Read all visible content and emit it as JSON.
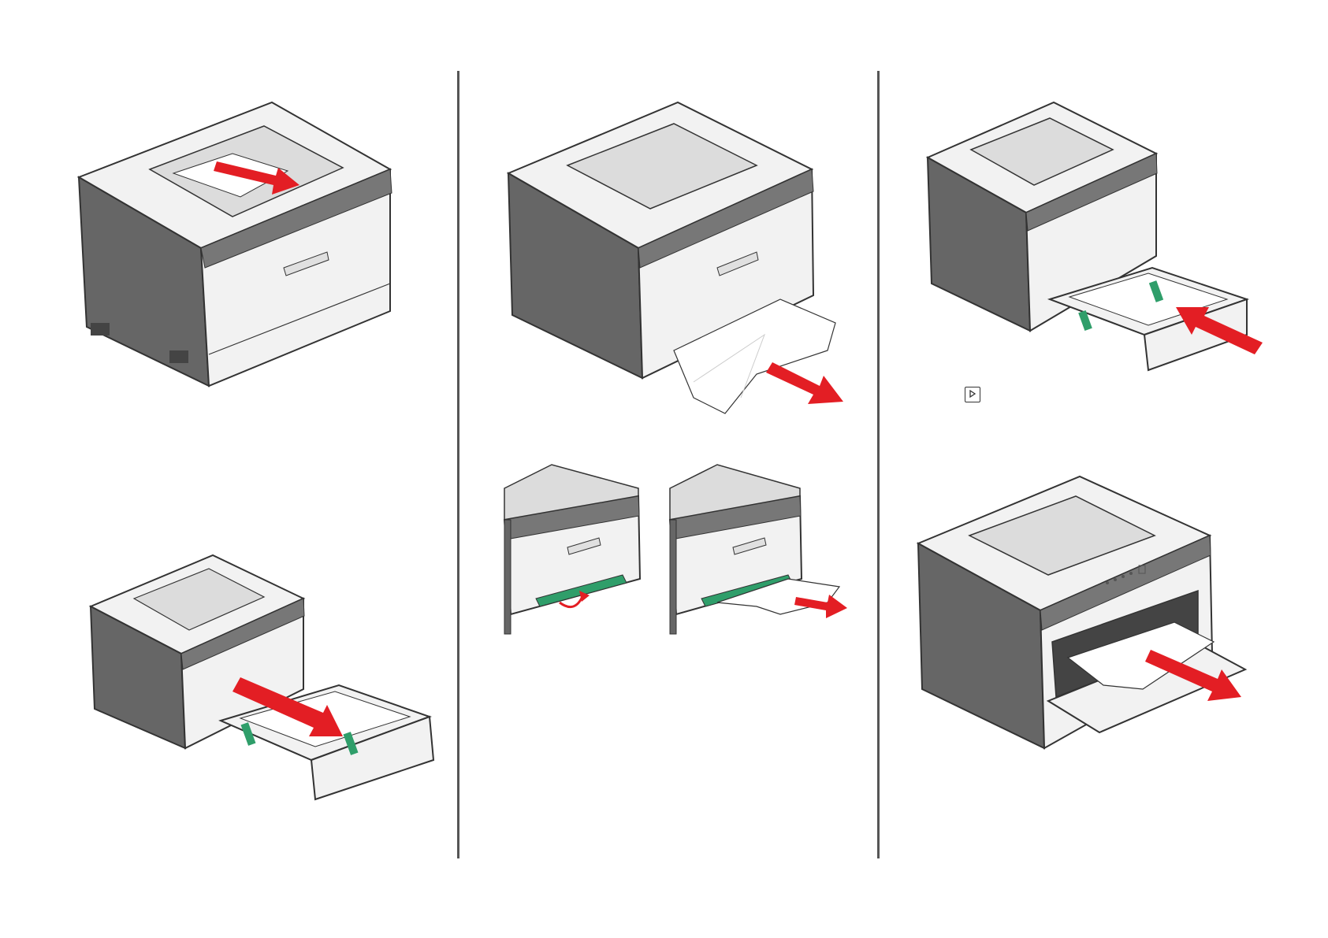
{
  "page": {
    "footer_text": "",
    "button_icon": "play-icon",
    "colors": {
      "printer_dark": "#666666",
      "printer_light": "#f2f2f2",
      "outline": "#333333",
      "arrow_red": "#e31e24",
      "guide_green": "#2f9e6a",
      "paper": "#ffffff"
    }
  },
  "figures": [
    {
      "step": "remove-paper-from-output-bin",
      "icon": "printer-top-exit-jam-illustration"
    },
    {
      "step": "pull-out-tray",
      "icon": "printer-tray-removal-illustration"
    },
    {
      "step": "pull-paper-from-tray-opening",
      "icon": "printer-tray-opening-jam-illustration"
    },
    {
      "step": "release-guide",
      "icon": "guide-release-illustration"
    },
    {
      "step": "pull-jammed-paper",
      "icon": "paper-pull-illustration"
    },
    {
      "step": "insert-tray",
      "icon": "printer-tray-insert-illustration"
    },
    {
      "step": "remove-paper-from-front-door",
      "icon": "printer-front-door-jam-illustration"
    }
  ]
}
